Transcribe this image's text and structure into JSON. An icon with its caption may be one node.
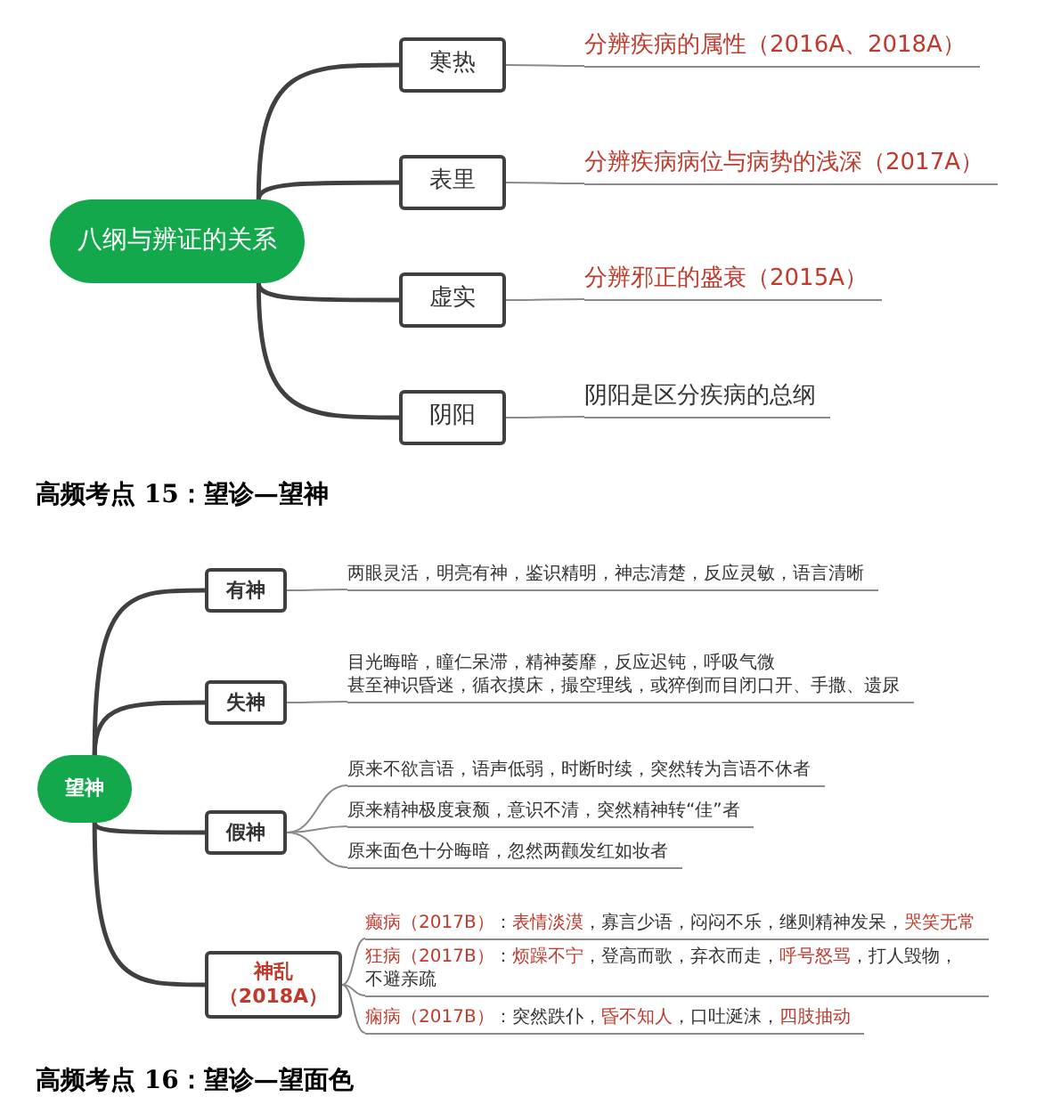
{
  "diagram": {
    "nodes": [
      {
        "text": [
          "八纲与辨证的关系"
        ]
      },
      {
        "text": [
          "寒热"
        ]
      },
      {
        "text": [
          "表里"
        ]
      },
      {
        "text": [
          "虚实"
        ]
      },
      {
        "text": [
          "阴阳"
        ]
      },
      {
        "text": [
          "分辨疾病的属性（2016A、2018A）"
        ]
      },
      {
        "text": [
          "分辨疾病病位与病势的浅深（2017A）"
        ]
      },
      {
        "text": [
          "分辨邪正的盛衰（2015A）"
        ]
      },
      {
        "text": [
          "阴阳是区分疾病的总纲"
        ]
      },
      {
        "text": [
          "望神"
        ]
      },
      {
        "text": [
          "有神"
        ]
      },
      {
        "text": [
          "失神"
        ]
      },
      {
        "text": [
          "假神"
        ]
      },
      {
        "text": [
          "神乱",
          "（2018A）"
        ]
      },
      {
        "text": [
          "两眼灵活，明亮有神，鉴识精明，神志清楚，反应灵敏，语言清晰"
        ]
      },
      {
        "text": [
          "目光晦暗，瞳仁呆滞，精神萎靡，反应迟钝，呼吸气微",
          "甚至神识昏迷，循衣摸床，撮空理线，或猝倒而目闭口开、手撒、遗尿"
        ]
      },
      {
        "text": [
          "原来不欲言语，语声低弱，时断时续，突然转为言语不休者"
        ]
      },
      {
        "text": [
          "原来精神极度衰颓，意识不清，突然精神转“佳”者"
        ]
      },
      {
        "text": [
          "原来面色十分晦暗，忽然两颧发红如妆者"
        ]
      },
      {
        "text": [
          "**癫病（2017B）**：**表情淡漠**，寡言少语，闷闷不乐，继则精神发呆，**哭笑无常**"
        ]
      },
      {
        "text": [
          "**狂病（2017B）**：**烦躁不宁**，登高而歌，弃衣而走，**呼号怒骂**，打人毁物，不避亲疏"
        ]
      },
      {
        "text": [
          "**痫病（2017B）**：突然跌仆，**昏不知人**，口吐涎沫，**四肢抽动**"
        ]
      }
    ],
    "edges": [
      {
        "from": 0,
        "to": 1,
        "arrow": "none",
        "style": "thick",
        "color": "#404040"
      },
      {
        "from": 0,
        "to": 2,
        "arrow": "none",
        "style": "thick",
        "color": "#404040"
      },
      {
        "from": 0,
        "to": 3,
        "arrow": "none",
        "style": "thick",
        "color": "#404040"
      },
      {
        "from": 0,
        "to": 4,
        "arrow": "none",
        "style": "thick",
        "color": "#404040"
      },
      {
        "from": 1,
        "to": 5,
        "arrow": "none"
      },
      {
        "from": 2,
        "to": 6,
        "arrow": "none"
      },
      {
        "from": 3,
        "to": 7,
        "arrow": "none"
      },
      {
        "from": 4,
        "to": 8,
        "arrow": "none"
      },
      {
        "from": 9,
        "to": 10,
        "arrow": "none",
        "style": "thick",
        "color": "#404040"
      },
      {
        "from": 9,
        "to": 11,
        "arrow": "none",
        "style": "thick",
        "color": "#404040"
      },
      {
        "from": 9,
        "to": 12,
        "arrow": "none",
        "style": "thick",
        "color": "#404040"
      },
      {
        "from": 9,
        "to": 13,
        "arrow": "none",
        "style": "thick",
        "color": "#404040"
      },
      {
        "from": 10,
        "to": 14,
        "arrow": "none"
      },
      {
        "from": 11,
        "to": 15,
        "arrow": "none"
      },
      {
        "from": 12,
        "to": 16,
        "arrow": "none"
      },
      {
        "from": 12,
        "to": 17,
        "arrow": "none"
      },
      {
        "from": 12,
        "to": 18,
        "arrow": "none"
      },
      {
        "from": 13,
        "to": 19,
        "arrow": "none"
      },
      {
        "from": 13,
        "to": 20,
        "arrow": "none"
      },
      {
        "from": 13,
        "to": 21,
        "arrow": "none"
      }
    ],
    "labels": [
      "高频考点 15：望诊—望神",
      "高频考点 16：望诊—望面色"
    ]
  }
}
